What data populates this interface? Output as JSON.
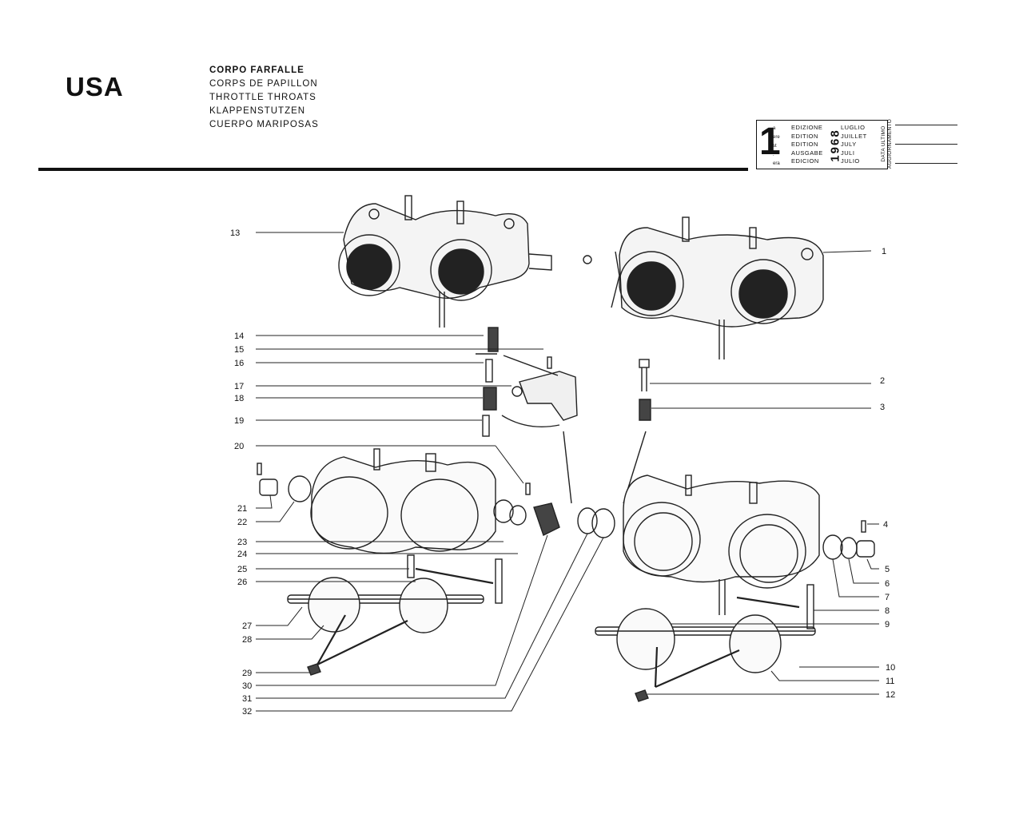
{
  "header": {
    "region_code": "USA",
    "titles": [
      "CORPO FARFALLE",
      "CORPS DE PAPILLON",
      "THROTTLE THROATS",
      "KLAPPENSTUTZEN",
      "CUERPO MARIPOSAS"
    ]
  },
  "edition_box": {
    "number": "1",
    "ordinals": [
      "a",
      "ere",
      "st",
      ".",
      "era"
    ],
    "words": [
      "EDIZIONE",
      "EDITION",
      "EDITION",
      "AUSGABE",
      "EDICION"
    ],
    "year": "1968",
    "months": [
      "LUGLIO",
      "JUILLET",
      "JULY",
      "JULI",
      "JULIO"
    ],
    "update_label_lines": [
      "DATA ULTIMO",
      "AGGIORNAMENTO"
    ]
  },
  "callouts_left": [
    "13",
    "14",
    "15",
    "16",
    "17",
    "18",
    "19",
    "20",
    "21",
    "22",
    "23",
    "24",
    "25",
    "26",
    "27",
    "28",
    "29",
    "30",
    "31",
    "32"
  ],
  "callouts_right": [
    "1",
    "2",
    "3",
    "4",
    "5",
    "6",
    "7",
    "8",
    "9",
    "10",
    "11",
    "12"
  ]
}
